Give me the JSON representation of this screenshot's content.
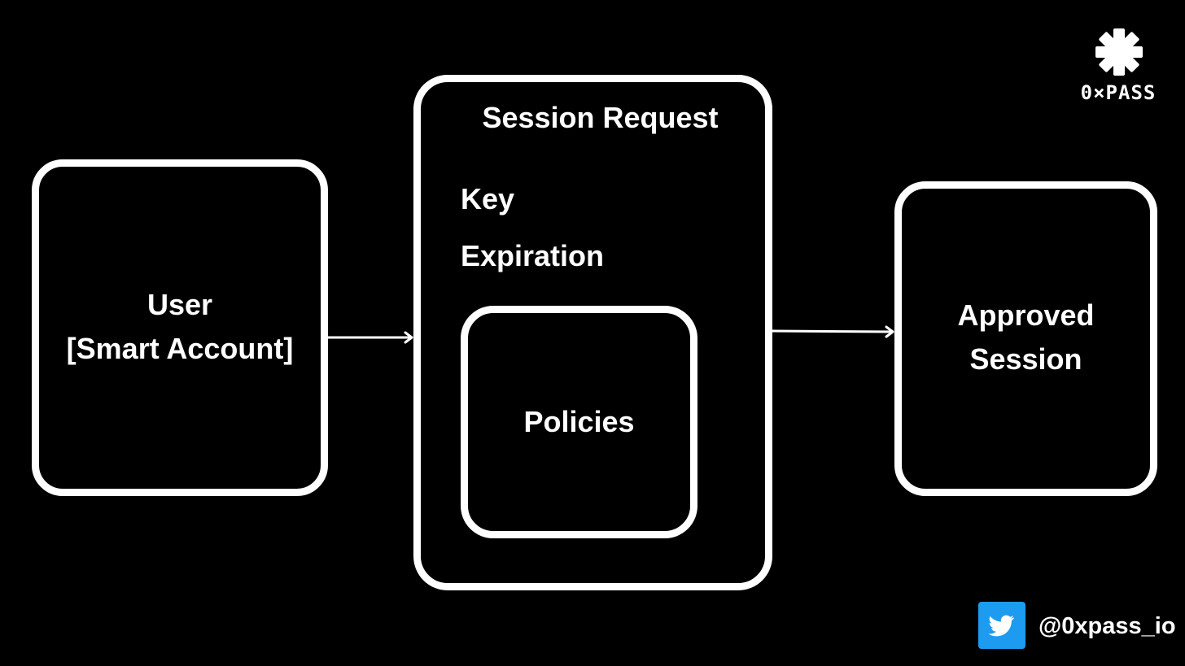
{
  "diagram": {
    "user_box": {
      "line1": "User",
      "line2": "[Smart Account]"
    },
    "session_request": {
      "title": "Session Request",
      "fields": [
        "Key",
        "Expiration"
      ],
      "policies": "Policies"
    },
    "approved": {
      "line1": "Approved",
      "line2": "Session"
    }
  },
  "branding": {
    "logo_text": "0×PASS",
    "twitter_handle": "@0xpass_io",
    "twitter_color": "#1d9bf0"
  },
  "colors": {
    "background": "#000000",
    "stroke": "#ffffff"
  }
}
